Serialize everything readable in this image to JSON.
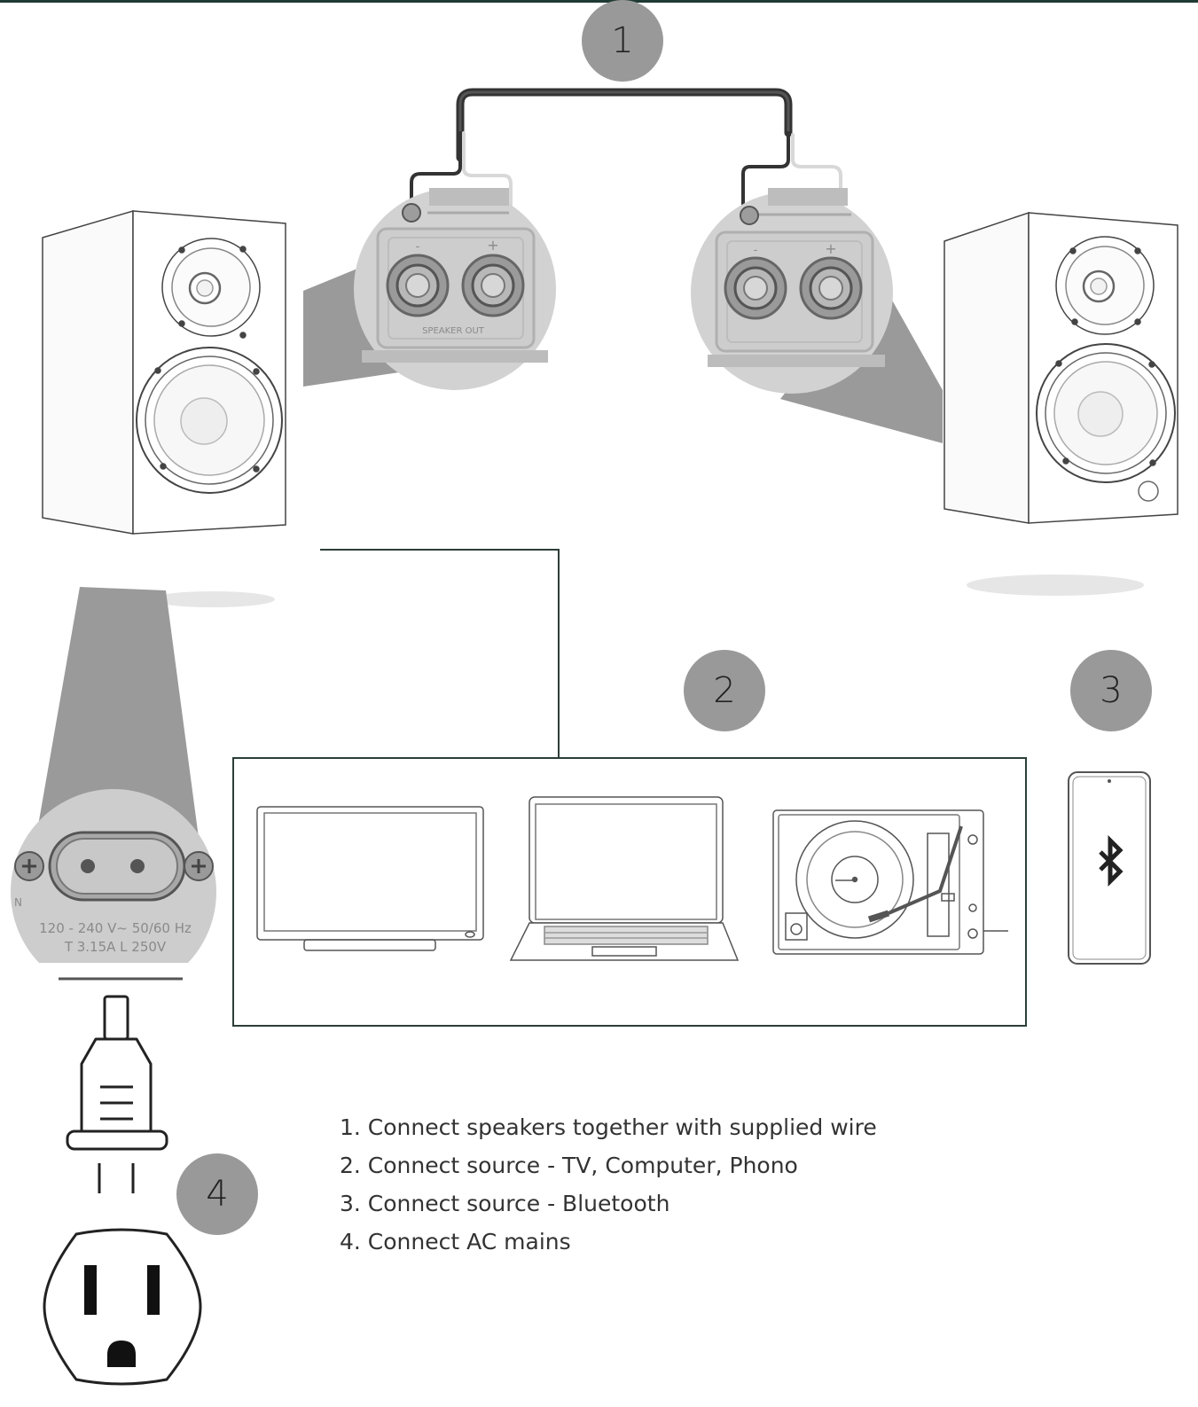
{
  "colors": {
    "top_rule": "#1f3a33",
    "frame_line": "#2c3e38",
    "badge_fill": "#999999",
    "zoom_beam": "#9a9a9a",
    "cable_dark": "#333333"
  },
  "badges": [
    {
      "number": "1"
    },
    {
      "number": "2"
    },
    {
      "number": "3"
    },
    {
      "number": "4"
    }
  ],
  "speaker_terminals": {
    "left": {
      "minus_label": "-",
      "plus_label": "+",
      "panel_label": "SPEAKER OUT"
    },
    "right": {
      "minus_label": "-",
      "plus_label": "+"
    }
  },
  "power_inlet": {
    "rating_line1": "120 - 240 V~ 50/60 Hz",
    "rating_line2": "T 3.15A L 250V",
    "edge_label": "N"
  },
  "sources": {
    "tv": "tv-icon",
    "laptop": "laptop-icon",
    "turntable": "turntable-icon",
    "phone": "bluetooth-phone-icon"
  },
  "instructions": [
    "1.  Connect speakers together with supplied wire",
    "2. Connect source - TV, Computer, Phono",
    "3. Connect source - Bluetooth",
    "4. Connect AC mains"
  ]
}
